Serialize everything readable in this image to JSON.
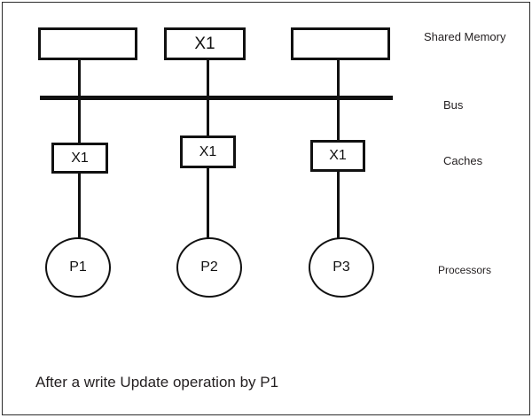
{
  "diagram": {
    "title": "After a write Update operation by P1",
    "caption": "After a write Update operation by P1",
    "stroke_color": "#111111",
    "text_color": "#231f20",
    "background": "#ffffff",
    "layer_labels": {
      "shared_memory": "Shared Memory",
      "bus": "Bus",
      "caches": "Caches",
      "processors": "Processors"
    },
    "memory_blocks": [
      {
        "id": "mem-1",
        "value": ""
      },
      {
        "id": "mem-2",
        "value": "X1"
      },
      {
        "id": "mem-3",
        "value": ""
      }
    ],
    "caches": [
      {
        "id": "cache-1",
        "value": "X1"
      },
      {
        "id": "cache-2",
        "value": "X1"
      },
      {
        "id": "cache-3",
        "value": "X1"
      }
    ],
    "processors": [
      {
        "id": "proc-1",
        "label": "P1"
      },
      {
        "id": "proc-2",
        "label": "P2"
      },
      {
        "id": "proc-3",
        "label": "P3"
      }
    ]
  }
}
